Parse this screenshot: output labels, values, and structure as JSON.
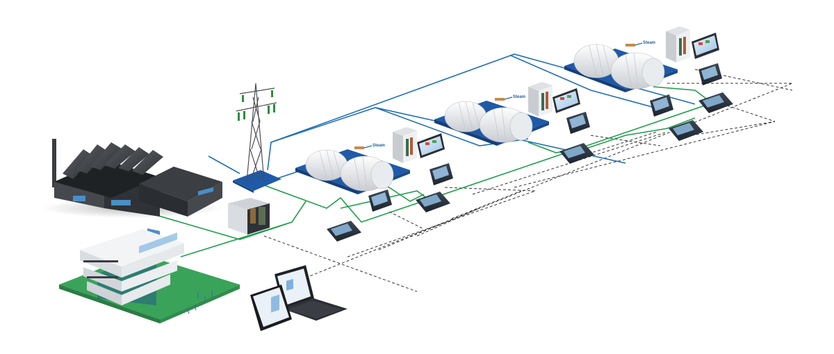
{
  "diagram": {
    "turbines": [
      {
        "steam_label": "Steam"
      },
      {
        "steam_label": "Steam"
      },
      {
        "steam_label": "Steam"
      }
    ]
  },
  "colors": {
    "power_line": "#1e6fb5",
    "network_line": "#1e9e4a",
    "comms_line": "#333333",
    "platform": "#1f5aa8",
    "ground_plate": "#3aa35a"
  },
  "icons": [
    "factory-icon",
    "transmission-tower-icon",
    "office-building-icon",
    "steam-turbine-icon",
    "controller-rack-icon",
    "hmi-screen-icon",
    "protection-relay-icon",
    "control-unit-icon",
    "tablet-icon",
    "laptop-icon"
  ]
}
